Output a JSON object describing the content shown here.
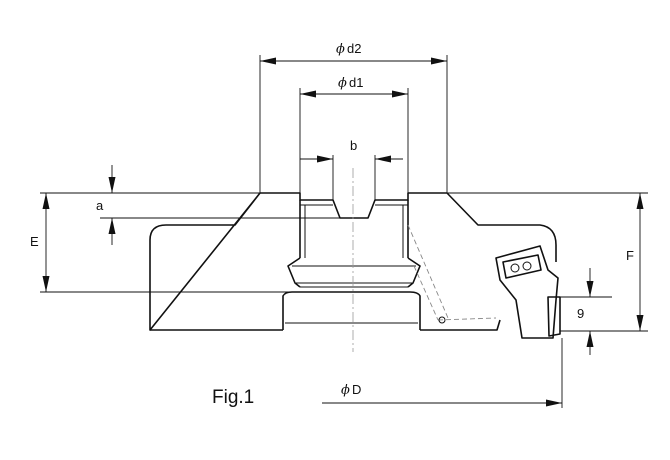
{
  "labels": {
    "phi": "ϕ",
    "d2": "d2",
    "d1": "d1",
    "b": "b",
    "a": "a",
    "E": "E",
    "F": "F",
    "nine": "9",
    "D": "D",
    "fig": "Fig.1"
  }
}
